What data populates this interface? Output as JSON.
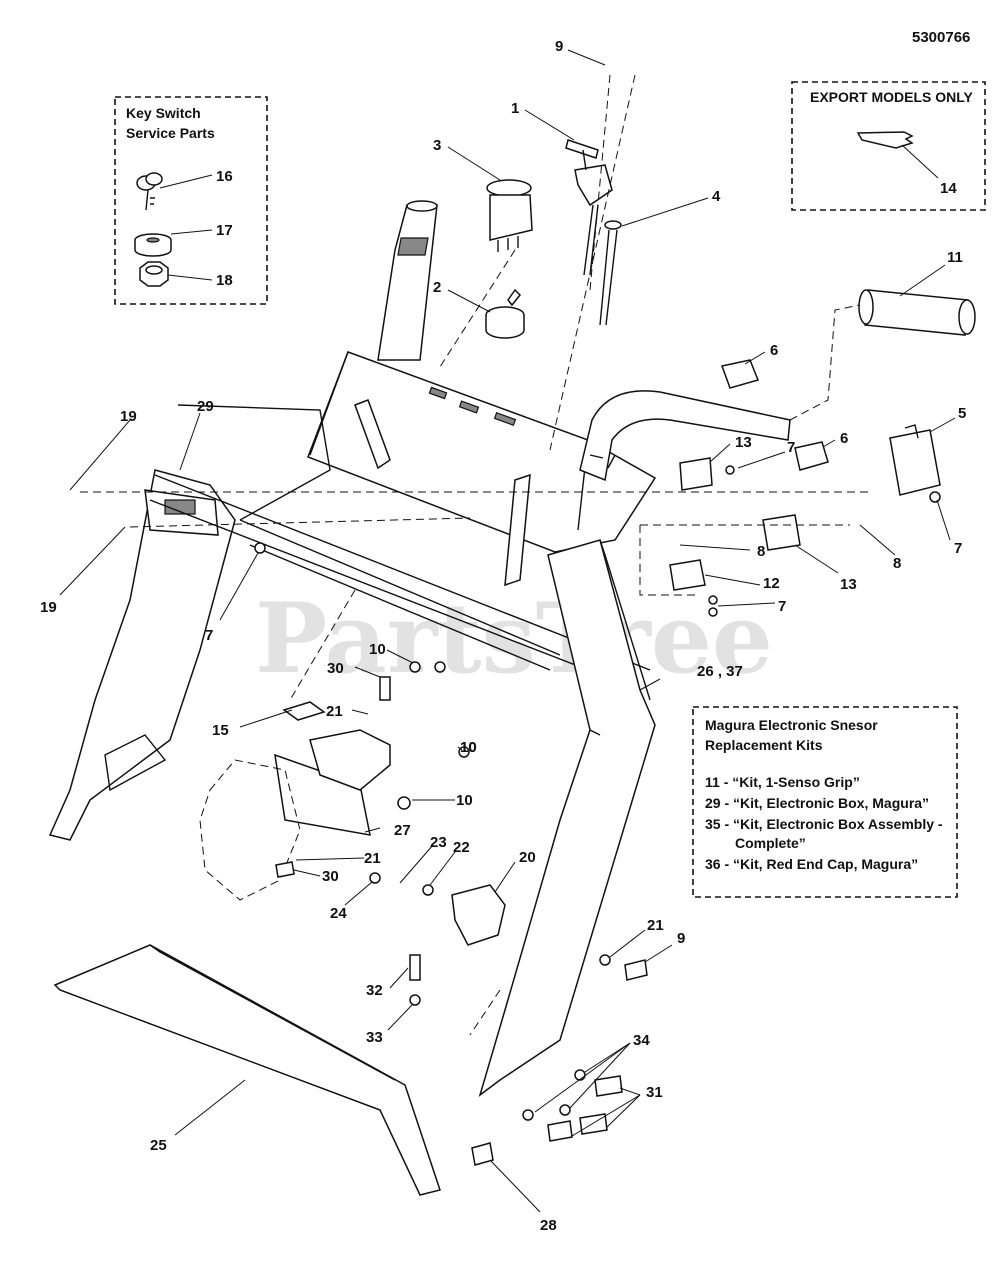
{
  "document_number": "5300766",
  "watermark": "PartsTree",
  "key_switch_box": {
    "title_line1": "Key Switch",
    "title_line2": "Service Parts",
    "labels": [
      "16",
      "17",
      "18"
    ]
  },
  "export_box": {
    "title": "EXPORT MODELS ONLY",
    "label": "14"
  },
  "kits_box": {
    "title_line1": "Magura Electronic Snesor",
    "title_line2": "Replacement Kits",
    "items": [
      "11 - “Kit, 1-Senso Grip”",
      "29 - “Kit, Electronic Box, Magura”",
      "35 - “Kit, Electronic Box Assembly -",
      "Complete”",
      "36 - “Kit, Red End Cap, Magura”"
    ]
  },
  "callouts": [
    "9",
    "1",
    "3",
    "4",
    "2",
    "11",
    "6",
    "5",
    "13",
    "7",
    "6",
    "7",
    "19",
    "29",
    "19",
    "7",
    "8",
    "12",
    "8",
    "7",
    "13",
    "15",
    "30",
    "10",
    "10",
    "21",
    "10",
    "10",
    "26 , 37",
    "27",
    "21",
    "30",
    "23",
    "22",
    "20",
    "24",
    "21",
    "9",
    "32",
    "33",
    "34",
    "31",
    "25",
    "28"
  ]
}
